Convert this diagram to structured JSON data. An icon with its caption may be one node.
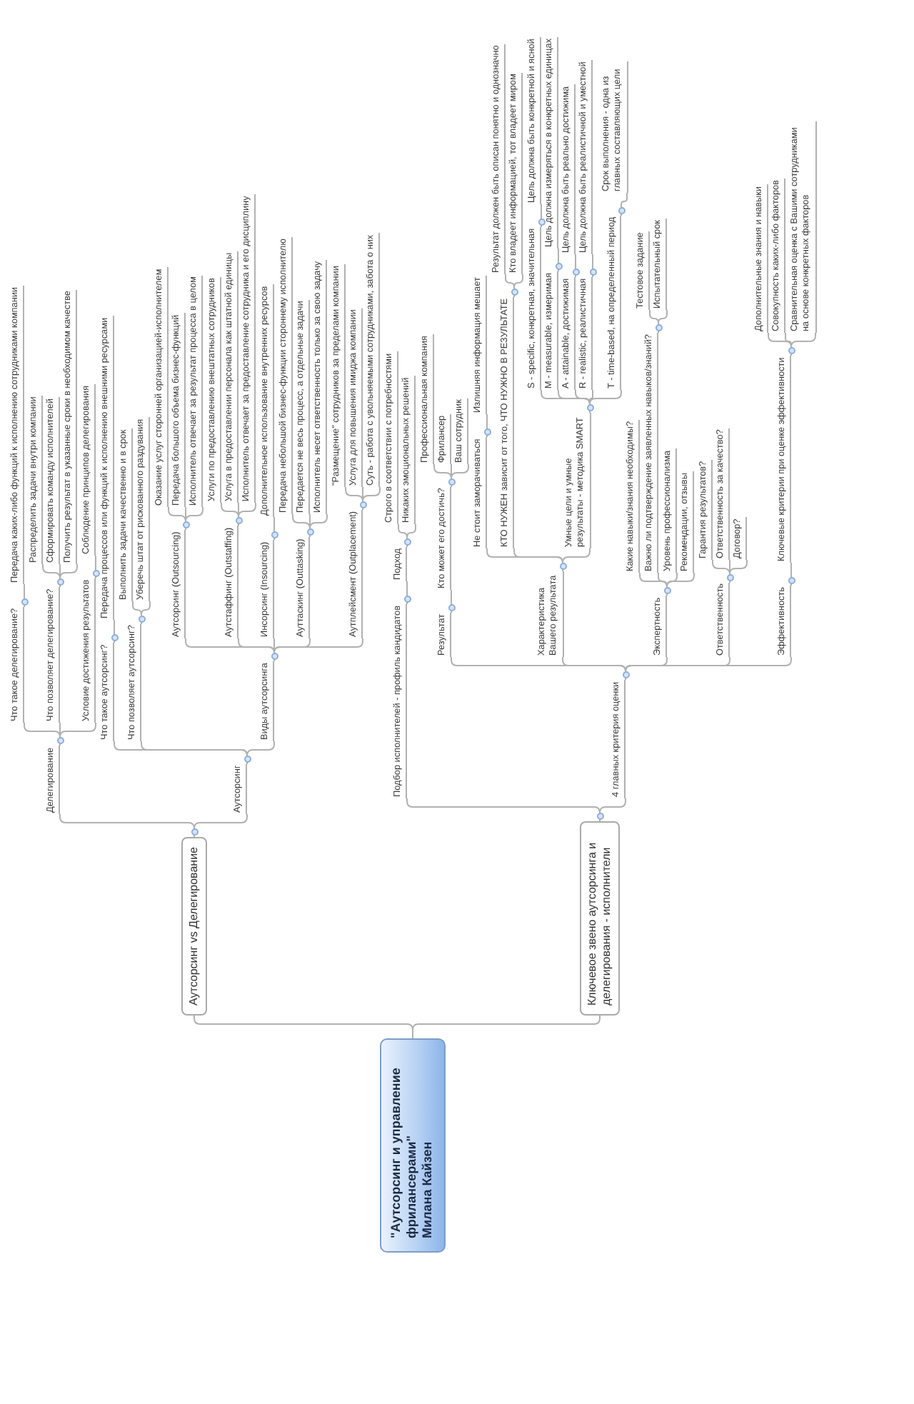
{
  "diagram": {
    "nodes": [
      {
        "text": [
          "\"Аутсорсинг и управление фрилансерами\"",
          "Милана Кайзен"
        ]
      },
      {
        "text": [
          "Аутсорсинг vs Делегирование"
        ]
      },
      {
        "text": [
          "Делегирование"
        ]
      },
      {
        "text": [
          "Что такое делегирование?"
        ]
      },
      {
        "text": [
          "Передача каких-либо функций к исполнению сотрудниками компании"
        ]
      },
      {
        "text": [
          "Что позволяет делегирование?"
        ]
      },
      {
        "text": [
          "Распределить задачи внутри компании"
        ]
      },
      {
        "text": [
          "Сформировать команду исполнителей"
        ]
      },
      {
        "text": [
          "Получить результат в указанные сроки в необходимом качестве"
        ]
      },
      {
        "text": [
          "Условие достижения результатов"
        ]
      },
      {
        "text": [
          "Соблюдение принципов делегирования"
        ]
      },
      {
        "text": [
          "Аутсорсинг"
        ]
      },
      {
        "text": [
          "Что такое аутсорсинг?"
        ]
      },
      {
        "text": [
          "Передача процессов или функций к исполнению внешними ресурсами"
        ]
      },
      {
        "text": [
          "Что позволяет аутсорсинг?"
        ]
      },
      {
        "text": [
          "Выполнить задачи качественно и в срок"
        ]
      },
      {
        "text": [
          "Уберечь штат от рискованного раздувания"
        ]
      },
      {
        "text": [
          "Виды аутсорсинга"
        ]
      },
      {
        "text": [
          "Аутсорсинг (Outsourcing)"
        ]
      },
      {
        "text": [
          "Оказание услуг сторонней организацией-исполнителем"
        ]
      },
      {
        "text": [
          "Передача большого объема бизнес-функций"
        ]
      },
      {
        "text": [
          "Исполнитель отвечает за результат процесса в целом"
        ]
      },
      {
        "text": [
          "Аутстаффинг (Outstaffing)"
        ]
      },
      {
        "text": [
          "Услуги по предоставлению внештатных сотрудников"
        ]
      },
      {
        "text": [
          "Услуга в предоставлении персонала как штатной единицы"
        ]
      },
      {
        "text": [
          "Исполнитель отвечает за предоставление сотрудника и его дисциплину"
        ]
      },
      {
        "text": [
          "Инсорсинг (Insourcing)"
        ]
      },
      {
        "text": [
          "Дополнительное использование внутренних ресурсов"
        ]
      },
      {
        "text": [
          "Ауттаскинг (Outtasking)"
        ]
      },
      {
        "text": [
          "Передача небольшой бизнес-функции стороннему исполнителю"
        ]
      },
      {
        "text": [
          "Передается не весь процесс, а отдельные задачи"
        ]
      },
      {
        "text": [
          "Исполнитель несет ответственность только за свою задачу"
        ]
      },
      {
        "text": [
          "Аутплейсмент (Outplacement)"
        ]
      },
      {
        "text": [
          "\"Размещение\" сотрудников за пределами компании"
        ]
      },
      {
        "text": [
          "Услуга для повышения имиджа компании"
        ]
      },
      {
        "text": [
          "Суть - работа с увольняемыми сотрудниками, забота о них"
        ]
      },
      {
        "text": [
          "Ключевое звено аутсорсинга и делегирования - исполнители"
        ]
      },
      {
        "text": [
          "Подбор исполнителей - профиль кандидатов"
        ]
      },
      {
        "text": [
          "Подход"
        ]
      },
      {
        "text": [
          "Строго в соответствии с потребностями"
        ]
      },
      {
        "text": [
          "Никаких эмоциональных решений"
        ]
      },
      {
        "text": [
          "4 главных критерия оценки"
        ]
      },
      {
        "text": [
          "Результат"
        ]
      },
      {
        "text": [
          "Кто может его достичь?"
        ]
      },
      {
        "text": [
          "Профессиональная компания"
        ]
      },
      {
        "text": [
          "Фрилансер"
        ]
      },
      {
        "text": [
          "Ваш сотрудник"
        ]
      },
      {
        "text": [
          "Характеристика Вашего результата"
        ]
      },
      {
        "text": [
          "Не стоит заморачиваться"
        ]
      },
      {
        "text": [
          "Излишняя информация мешает"
        ]
      },
      {
        "text": [
          "КТО НУЖЕН зависит от того, ЧТО НУЖНО В РЕЗУЛЬТАТЕ"
        ]
      },
      {
        "text": [
          "Результат должен быть описан понятно и однозначно"
        ]
      },
      {
        "text": [
          "Кто владеет информацией, тот владеет миром"
        ]
      },
      {
        "text": [
          "Умные цели и умные результаты - методика SMART"
        ]
      },
      {
        "text": [
          "S - specific, конкретная, значительная"
        ]
      },
      {
        "text": [
          "Цель должна быть конкретной и ясной"
        ]
      },
      {
        "text": [
          "M - measurable, измеримая"
        ]
      },
      {
        "text": [
          "Цель должна измеряться в конкретных единицах"
        ]
      },
      {
        "text": [
          "A - attainable, достижимая"
        ]
      },
      {
        "text": [
          "Цель должна быть реально достижима"
        ]
      },
      {
        "text": [
          "R - realistic, реалистичная"
        ]
      },
      {
        "text": [
          "Цель должна быть реалистичной и уместной"
        ]
      },
      {
        "text": [
          "T - time-based, на определенный период"
        ]
      },
      {
        "text": [
          "Срок выполнения - одна из главных составляющих цели"
        ]
      },
      {
        "text": [
          "Экспертность"
        ]
      },
      {
        "text": [
          "Какие навыки/знания необходимы?"
        ]
      },
      {
        "text": [
          "Важно ли подтверждение заявленных навыков/знаний?"
        ]
      },
      {
        "text": [
          "Тестовое задание"
        ]
      },
      {
        "text": [
          "Испытательный срок"
        ]
      },
      {
        "text": [
          "Уровень профессионализма"
        ]
      },
      {
        "text": [
          "Рекомендации, отзывы"
        ]
      },
      {
        "text": [
          "Ответственность"
        ]
      },
      {
        "text": [
          "Гарантия результатов?"
        ]
      },
      {
        "text": [
          "Ответственность за качество?"
        ]
      },
      {
        "text": [
          "Договор?"
        ]
      },
      {
        "text": [
          "Эффективность"
        ]
      },
      {
        "text": [
          "Ключевые критерии при оценке эффективности"
        ]
      },
      {
        "text": [
          "Дополнительные знания и навыки"
        ]
      },
      {
        "text": [
          "Совокупность каких-либо факторов"
        ]
      },
      {
        "text": [
          "Сравнительная оценка с Вашими сотрудниками на основе конкретных факторов"
        ]
      }
    ],
    "edges": [
      {
        "from": 0,
        "to": 1,
        "arrow": "none"
      },
      {
        "from": 1,
        "to": 2,
        "arrow": "none"
      },
      {
        "from": 2,
        "to": 3,
        "arrow": "none"
      },
      {
        "from": 3,
        "to": 4,
        "arrow": "none"
      },
      {
        "from": 2,
        "to": 5,
        "arrow": "none"
      },
      {
        "from": 5,
        "to": 6,
        "arrow": "none"
      },
      {
        "from": 5,
        "to": 7,
        "arrow": "none"
      },
      {
        "from": 5,
        "to": 8,
        "arrow": "none"
      },
      {
        "from": 2,
        "to": 9,
        "arrow": "none"
      },
      {
        "from": 9,
        "to": 10,
        "arrow": "none"
      },
      {
        "from": 1,
        "to": 11,
        "arrow": "none"
      },
      {
        "from": 11,
        "to": 12,
        "arrow": "none"
      },
      {
        "from": 12,
        "to": 13,
        "arrow": "none"
      },
      {
        "from": 11,
        "to": 14,
        "arrow": "none"
      },
      {
        "from": 14,
        "to": 15,
        "arrow": "none"
      },
      {
        "from": 14,
        "to": 16,
        "arrow": "none"
      },
      {
        "from": 11,
        "to": 17,
        "arrow": "none"
      },
      {
        "from": 17,
        "to": 18,
        "arrow": "none"
      },
      {
        "from": 18,
        "to": 19,
        "arrow": "none"
      },
      {
        "from": 18,
        "to": 20,
        "arrow": "none"
      },
      {
        "from": 18,
        "to": 21,
        "arrow": "none"
      },
      {
        "from": 17,
        "to": 22,
        "arrow": "none"
      },
      {
        "from": 22,
        "to": 23,
        "arrow": "none"
      },
      {
        "from": 22,
        "to": 24,
        "arrow": "none"
      },
      {
        "from": 22,
        "to": 25,
        "arrow": "none"
      },
      {
        "from": 17,
        "to": 26,
        "arrow": "none"
      },
      {
        "from": 26,
        "to": 27,
        "arrow": "none"
      },
      {
        "from": 17,
        "to": 28,
        "arrow": "none"
      },
      {
        "from": 28,
        "to": 29,
        "arrow": "none"
      },
      {
        "from": 28,
        "to": 30,
        "arrow": "none"
      },
      {
        "from": 28,
        "to": 31,
        "arrow": "none"
      },
      {
        "from": 17,
        "to": 32,
        "arrow": "none"
      },
      {
        "from": 32,
        "to": 33,
        "arrow": "none"
      },
      {
        "from": 32,
        "to": 34,
        "arrow": "none"
      },
      {
        "from": 32,
        "to": 35,
        "arrow": "none"
      },
      {
        "from": 0,
        "to": 36,
        "arrow": "none"
      },
      {
        "from": 36,
        "to": 37,
        "arrow": "none"
      },
      {
        "from": 37,
        "to": 38,
        "arrow": "none"
      },
      {
        "from": 38,
        "to": 39,
        "arrow": "none"
      },
      {
        "from": 38,
        "to": 40,
        "arrow": "none"
      },
      {
        "from": 36,
        "to": 41,
        "arrow": "none"
      },
      {
        "from": 41,
        "to": 42,
        "arrow": "none"
      },
      {
        "from": 42,
        "to": 43,
        "arrow": "none"
      },
      {
        "from": 43,
        "to": 44,
        "arrow": "none"
      },
      {
        "from": 43,
        "to": 45,
        "arrow": "none"
      },
      {
        "from": 43,
        "to": 46,
        "arrow": "none"
      },
      {
        "from": 41,
        "to": 47,
        "arrow": "none"
      },
      {
        "from": 47,
        "to": 48,
        "arrow": "none"
      },
      {
        "from": 48,
        "to": 49,
        "arrow": "none"
      },
      {
        "from": 47,
        "to": 50,
        "arrow": "none"
      },
      {
        "from": 50,
        "to": 51,
        "arrow": "none"
      },
      {
        "from": 50,
        "to": 52,
        "arrow": "none"
      },
      {
        "from": 47,
        "to": 53,
        "arrow": "none"
      },
      {
        "from": 53,
        "to": 54,
        "arrow": "none"
      },
      {
        "from": 54,
        "to": 55,
        "arrow": "none"
      },
      {
        "from": 53,
        "to": 56,
        "arrow": "none"
      },
      {
        "from": 56,
        "to": 57,
        "arrow": "none"
      },
      {
        "from": 53,
        "to": 58,
        "arrow": "none"
      },
      {
        "from": 58,
        "to": 59,
        "arrow": "none"
      },
      {
        "from": 53,
        "to": 60,
        "arrow": "none"
      },
      {
        "from": 60,
        "to": 61,
        "arrow": "none"
      },
      {
        "from": 53,
        "to": 62,
        "arrow": "none"
      },
      {
        "from": 62,
        "to": 63,
        "arrow": "none"
      },
      {
        "from": 41,
        "to": 64,
        "arrow": "none"
      },
      {
        "from": 64,
        "to": 65,
        "arrow": "none"
      },
      {
        "from": 64,
        "to": 66,
        "arrow": "none"
      },
      {
        "from": 66,
        "to": 67,
        "arrow": "none"
      },
      {
        "from": 66,
        "to": 68,
        "arrow": "none"
      },
      {
        "from": 64,
        "to": 69,
        "arrow": "none"
      },
      {
        "from": 64,
        "to": 70,
        "arrow": "none"
      },
      {
        "from": 41,
        "to": 71,
        "arrow": "none"
      },
      {
        "from": 71,
        "to": 72,
        "arrow": "none"
      },
      {
        "from": 71,
        "to": 73,
        "arrow": "none"
      },
      {
        "from": 71,
        "to": 74,
        "arrow": "none"
      },
      {
        "from": 41,
        "to": 75,
        "arrow": "none"
      },
      {
        "from": 75,
        "to": 76,
        "arrow": "none"
      },
      {
        "from": 76,
        "to": 77,
        "arrow": "none"
      },
      {
        "from": 76,
        "to": 78,
        "arrow": "none"
      },
      {
        "from": 76,
        "to": 79,
        "arrow": "none"
      }
    ]
  }
}
